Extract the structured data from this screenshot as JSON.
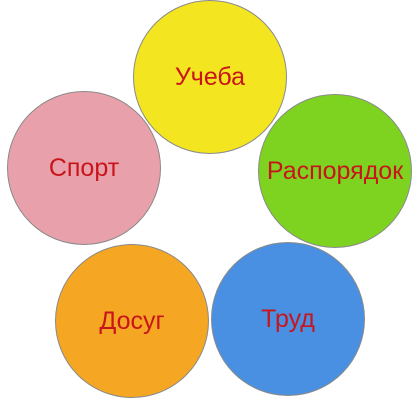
{
  "diagram": {
    "nodes": [
      {
        "id": "study",
        "label": "Учеба",
        "color": "#f3e51f"
      },
      {
        "id": "routine",
        "label": "Распорядок",
        "color": "#7ed321"
      },
      {
        "id": "sport",
        "label": "Спорт",
        "color": "#e8a0aa"
      },
      {
        "id": "leisure",
        "label": "Досуг",
        "color": "#f5a623"
      },
      {
        "id": "work",
        "label": "Труд",
        "color": "#4a90e2"
      }
    ],
    "label_color": "#c8151b"
  }
}
